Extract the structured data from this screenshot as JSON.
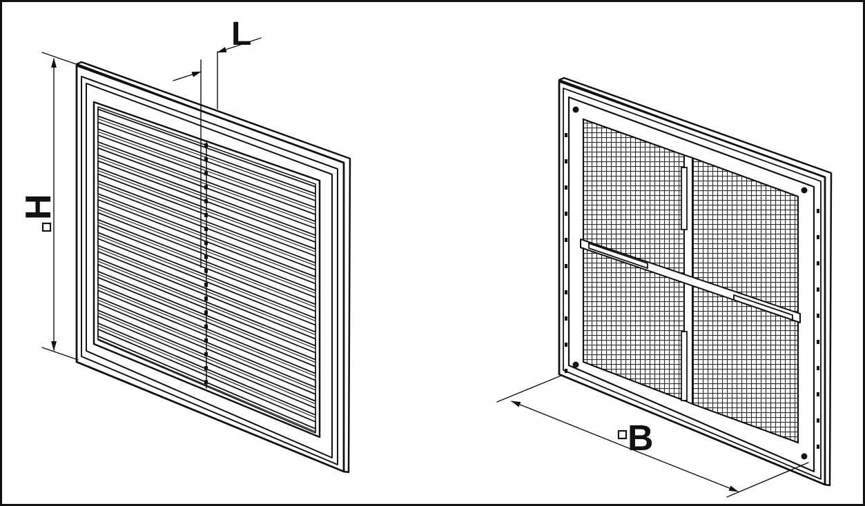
{
  "diagram": {
    "labels": {
      "height": "H",
      "depth": "L",
      "width": "B"
    },
    "colors": {
      "line": "#111111",
      "background": "#ffffff",
      "mesh": "#2a2a2a"
    }
  }
}
